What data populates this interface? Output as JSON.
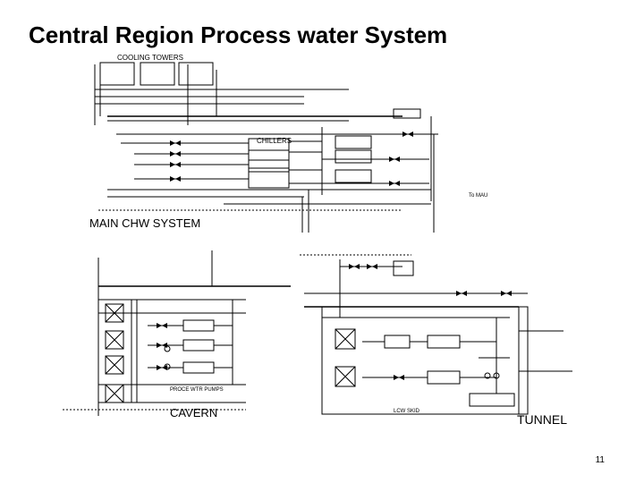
{
  "title": "Central Region Process water System",
  "labels": {
    "cooling_towers": "COOLING TOWERS",
    "chillers": "CHILLERS",
    "to_mau": "To MAU",
    "main_chw_system": "MAIN CHW SYSTEM",
    "procewtr_pumps": "PROCE WTR PUMPS",
    "cavern": "CAVERN",
    "lcw_skid": "LCW SKID",
    "tunnel": "TUNNEL"
  },
  "page_number": "11"
}
